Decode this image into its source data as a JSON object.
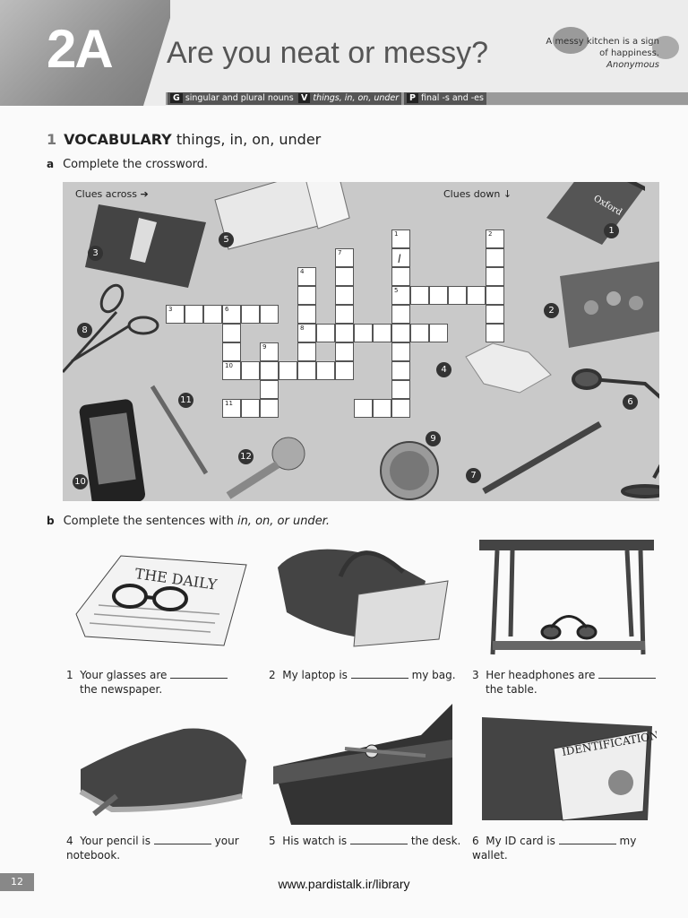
{
  "header": {
    "unit": "2A",
    "title": "Are you neat or messy?",
    "quote": "A messy kitchen is a sign of happiness.",
    "quote_author": "Anonymous",
    "tags": [
      {
        "key": "G",
        "text": "singular and plural nouns"
      },
      {
        "key": "V",
        "text": "things, in, on, under"
      },
      {
        "key": "P",
        "text": "final -s and -es"
      }
    ]
  },
  "section": {
    "number": "1",
    "title": "VOCABULARY",
    "subtitle": "things, in, on, under"
  },
  "exercise_a": {
    "label": "a",
    "instruction": "Complete the crossword.",
    "clues_across": "Clues across",
    "clues_down": "Clues down",
    "filled_letter": "l",
    "cell_numbers": [
      "1",
      "2",
      "3",
      "4",
      "5",
      "6",
      "7",
      "8",
      "9",
      "10",
      "11"
    ],
    "picture_numbers": [
      "1",
      "2",
      "3",
      "4",
      "5",
      "6",
      "7",
      "8",
      "9",
      "10",
      "11",
      "12"
    ]
  },
  "exercise_b": {
    "label": "b",
    "instruction_pre": "Complete the sentences with ",
    "instruction_words": "in, on, or under.",
    "sentences": [
      {
        "num": "1",
        "pre": "Your glasses are",
        "post": "the newspaper."
      },
      {
        "num": "2",
        "pre": "My laptop is",
        "post": "my bag."
      },
      {
        "num": "3",
        "pre": "Her headphones are",
        "post": "the table."
      },
      {
        "num": "4",
        "pre": "Your pencil is",
        "post": "your notebook."
      },
      {
        "num": "5",
        "pre": "His watch is",
        "post": "the desk."
      },
      {
        "num": "6",
        "pre": "My ID card is",
        "post": "my wallet."
      }
    ],
    "pic_labels": {
      "newspaper": "THE DAILY",
      "id": "IDENTIFICATION"
    }
  },
  "footer": {
    "page": "12",
    "url": "www.pardistalk.ir/library"
  }
}
